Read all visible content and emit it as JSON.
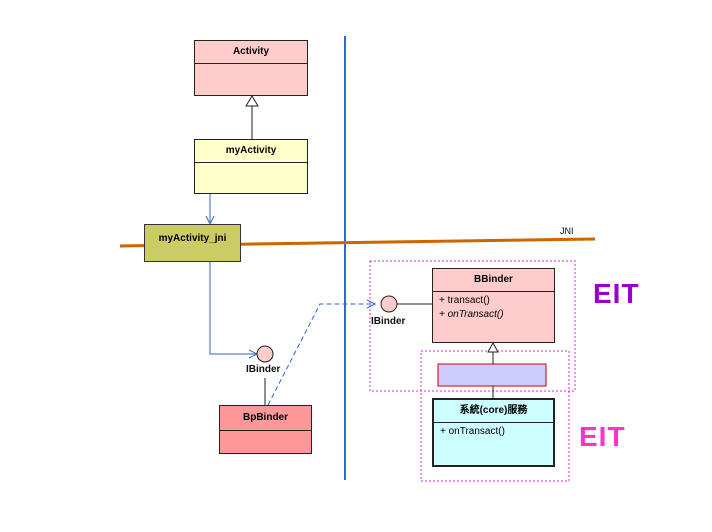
{
  "colors": {
    "activity_fill": "#ffcccc",
    "myactivity_fill": "#ffffcc",
    "jni_box_fill": "#cccc66",
    "bpbinder_fill": "#ff9999",
    "bbinder_fill": "#ffcccc",
    "core_fill": "#ccffff",
    "lavender_fill": "#ccccff",
    "jni_line": "#cc6600",
    "blue_line": "#3366cc",
    "eit_purple": "#9900cc",
    "eit_magenta": "#ff33cc"
  },
  "classes": {
    "activity": {
      "name": "Activity"
    },
    "my_activity": {
      "name": "myActivity"
    },
    "my_activity_jni": {
      "name": "myActivity_jni"
    },
    "bp_binder": {
      "name": "BpBinder"
    },
    "b_binder": {
      "name": "BBinder",
      "methods": [
        "+ transact()",
        "+ onTransact()"
      ]
    },
    "core_service": {
      "name": "系統(core)服務",
      "methods": [
        "+ onTransact()"
      ]
    }
  },
  "interfaces": {
    "left": "IBinder",
    "right": "IBinder"
  },
  "jni_label": "JNI",
  "eit_top": "EIT",
  "eit_bottom": "EIT"
}
